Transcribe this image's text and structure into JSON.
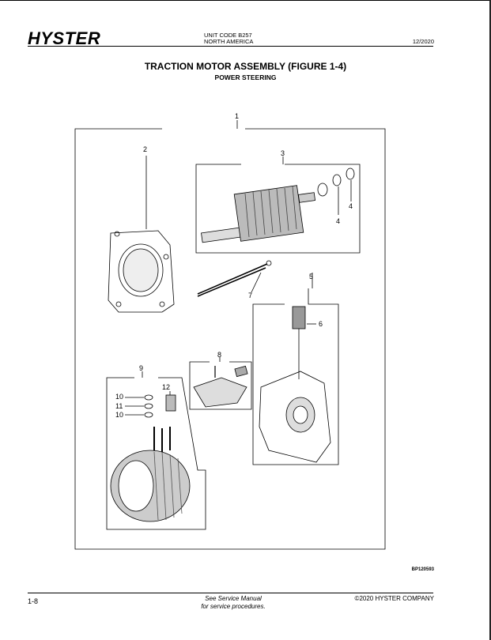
{
  "header": {
    "logo": "HYSTER",
    "unit_code": "UNIT CODE B257",
    "region": "NORTH AMERICA",
    "date": "12/2020"
  },
  "title": "TRACTION MOTOR ASSEMBLY (FIGURE 1-4)",
  "subtitle": "POWER STEERING",
  "callouts": {
    "c1": "1",
    "c2": "2",
    "c3": "3",
    "c4a": "4",
    "c4b": "4",
    "c5": "5",
    "c6": "6",
    "c7": "7",
    "c8": "8",
    "c9": "9",
    "c10a": "10",
    "c11": "11",
    "c10b": "10",
    "c12": "12"
  },
  "figure_ref": "BP120593",
  "footer": {
    "page": "1-8",
    "note_line1": "See Service Manual",
    "note_line2": "for service procedures.",
    "copyright": "©2020 HYSTER COMPANY"
  }
}
